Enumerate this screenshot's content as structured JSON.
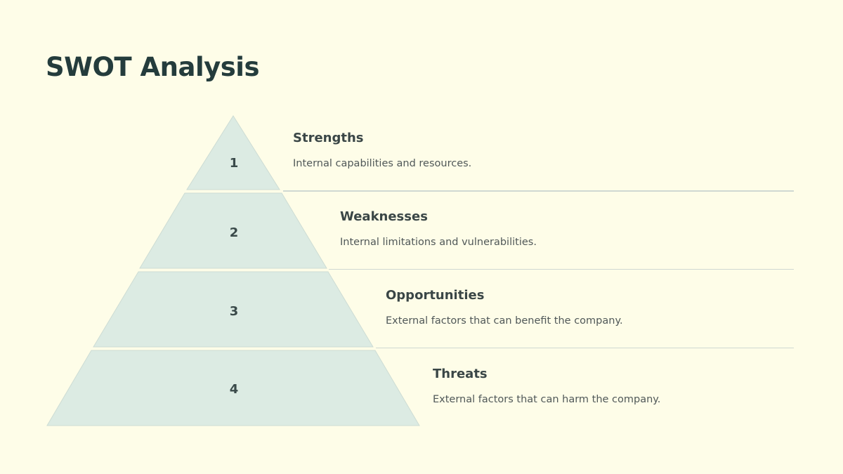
{
  "title": "SWOT Analysis",
  "colors": {
    "background": "#fefde8",
    "segment_fill": "#dcebe3",
    "segment_stroke": "#cddcd4",
    "title": "#243c3c",
    "rule": "#cfd8d2"
  },
  "levels": [
    {
      "number": "1",
      "heading": "Strengths",
      "description": "Internal capabilities and resources."
    },
    {
      "number": "2",
      "heading": "Weaknesses",
      "description": "Internal limitations and vulnerabilities."
    },
    {
      "number": "3",
      "heading": "Opportunities",
      "description": "External factors that can benefit the company."
    },
    {
      "number": "4",
      "heading": "Threats",
      "description": "External factors that can harm the company."
    }
  ]
}
